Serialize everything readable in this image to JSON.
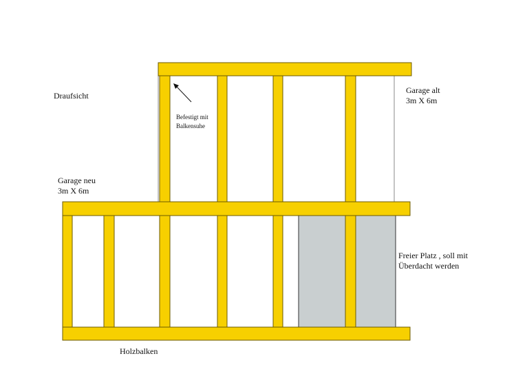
{
  "labels": {
    "view": "Draufsicht",
    "old_garage": {
      "name": "Garage alt",
      "size": "3m X 6m"
    },
    "new_garage": {
      "name": "Garage neu",
      "size": "3m X 6m"
    },
    "annotation": {
      "line1": "Befestigt mit",
      "line2": "Balkensuhe"
    },
    "free_space": {
      "line1": "Freier Platz , soll mit",
      "line2": "Überdacht werden"
    },
    "beam": "Holzbalken"
  },
  "colors": {
    "beam": "#f7d000",
    "beam_border": "#6b5a00",
    "free_area": "#c9cfd0"
  }
}
